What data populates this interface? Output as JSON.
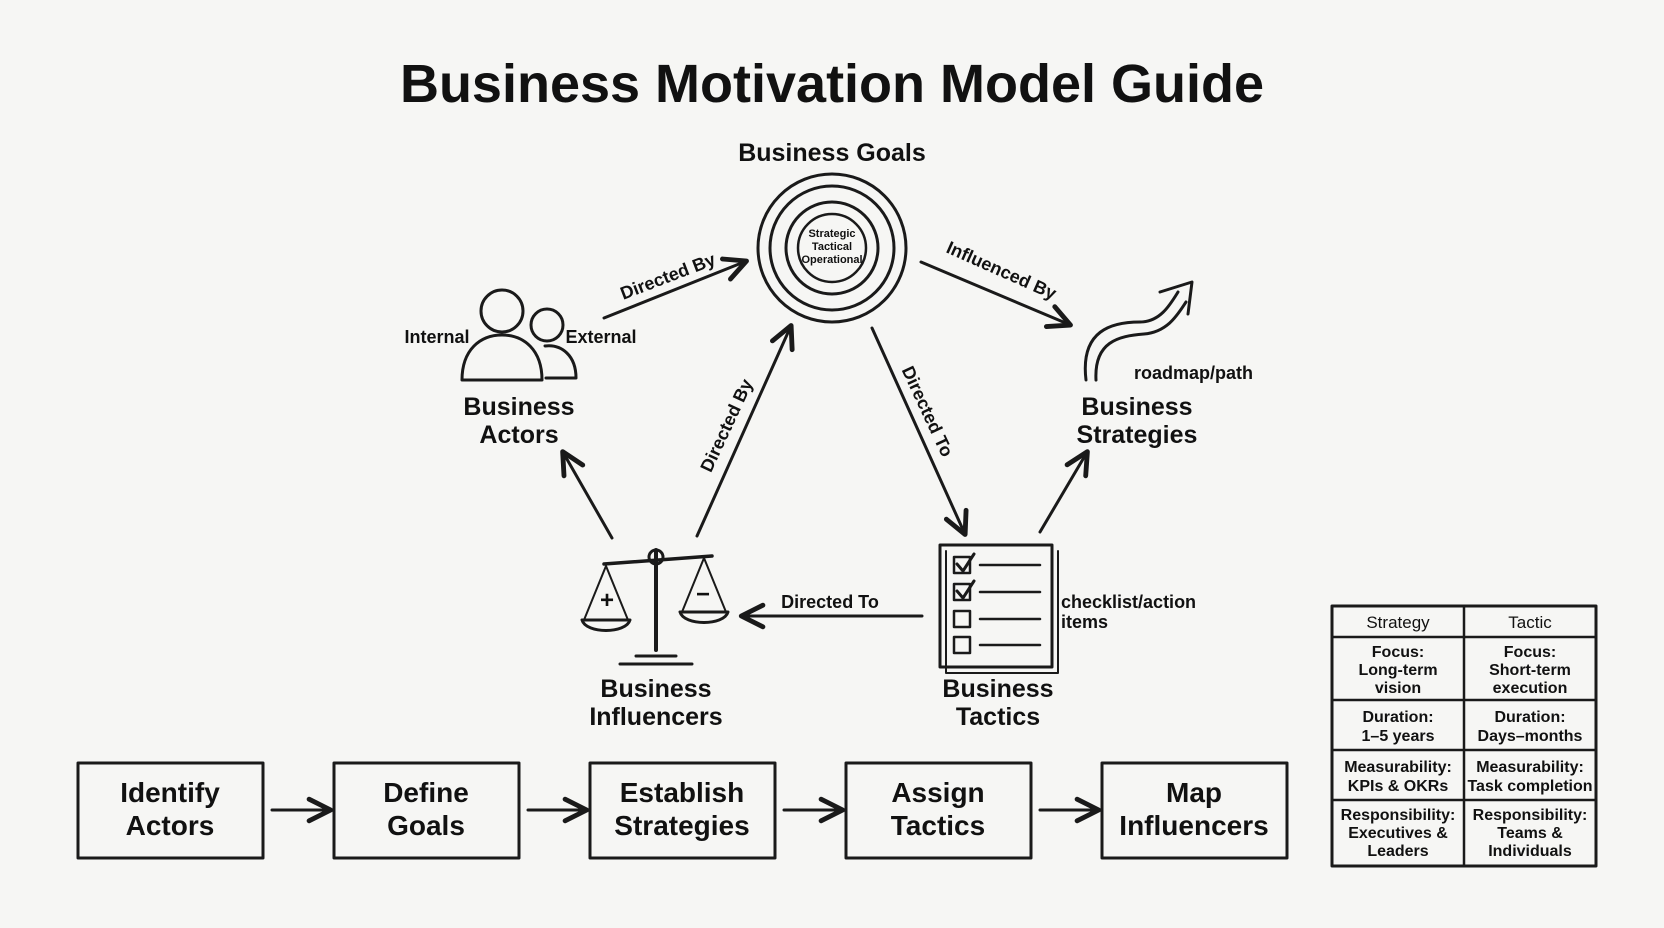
{
  "title": "Business Motivation Model Guide",
  "nodes": {
    "goals": {
      "label": "Business Goals",
      "levels": [
        "Strategic",
        "Tactical",
        "Operational"
      ]
    },
    "actors": {
      "label": [
        "Business",
        "Actors"
      ],
      "internal": "Internal",
      "external": "External"
    },
    "strategies": {
      "label": [
        "Business",
        "Strategies"
      ],
      "note": "roadmap/path"
    },
    "influencers": {
      "label": [
        "Business",
        "Influencers"
      ]
    },
    "tactics": {
      "label": [
        "Business",
        "Tactics"
      ],
      "note": [
        "checklist/action",
        "items"
      ]
    }
  },
  "relations": {
    "actors_to_goals": "Directed By",
    "goals_to_strategies": "Influenced By",
    "influencers_to_goals": "Directed By",
    "goals_to_tactics": "Directed To",
    "tactics_to_influencers": "Directed To"
  },
  "steps": [
    [
      "Identify",
      "Actors"
    ],
    [
      "Define",
      "Goals"
    ],
    [
      "Establish",
      "Strategies"
    ],
    [
      "Assign",
      "Tactics"
    ],
    [
      "Map",
      "Influencers"
    ]
  ],
  "comparison": {
    "headers": [
      "Strategy",
      "Tactic"
    ],
    "rows": [
      [
        [
          "Focus:",
          "Long-term",
          "vision"
        ],
        [
          "Focus:",
          "Short-term",
          "execution"
        ]
      ],
      [
        [
          "Duration:",
          "1–5 years"
        ],
        [
          "Duration:",
          "Days–months"
        ]
      ],
      [
        [
          "Measurability:",
          "KPIs & OKRs"
        ],
        [
          "Measurability:",
          "Task completion"
        ]
      ],
      [
        [
          "Responsibility:",
          "Executives &",
          "Leaders"
        ],
        [
          "Responsibility:",
          "Teams &",
          "Individuals"
        ]
      ]
    ]
  }
}
